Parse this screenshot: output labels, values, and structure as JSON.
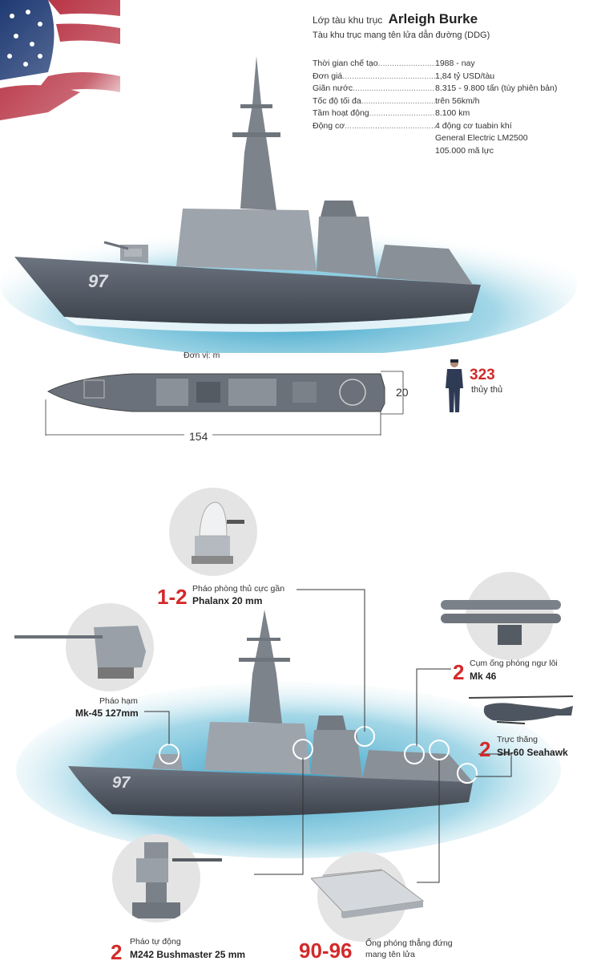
{
  "header": {
    "prefix": "Lớp tàu khu trục",
    "ship_class": "Arleigh Burke",
    "subtitle": "Tàu khu trục mang tên lửa dẫn đường (DDG)"
  },
  "specs": [
    {
      "label": "Thời gian chế tạo",
      "value": "1988 - nay"
    },
    {
      "label": "Đơn giá",
      "value": "1,84 tỷ USD/tàu"
    },
    {
      "label": "Giãn nước",
      "value": "8.315 - 9.800 tấn (tùy phiên bản)"
    },
    {
      "label": "Tốc độ tối đa",
      "value": "trên 56km/h"
    },
    {
      "label": "Tầm hoạt động",
      "value": "8.100 km"
    },
    {
      "label": "Động cơ",
      "value": "4 động cơ tuabin khí"
    }
  ],
  "engine_extra": [
    "General Electric LM2500",
    "105.000 mã lực"
  ],
  "hull_number": "97",
  "dimensions": {
    "unit": "Đơn vị: m",
    "beam": "20",
    "length": "154"
  },
  "crew": {
    "count": "323",
    "label": "thủy thủ"
  },
  "weapons": {
    "phalanx": {
      "count": "1-2",
      "line1": "Pháo phòng thủ cực gần",
      "line2": "Phalanx 20 mm"
    },
    "mk45": {
      "line1": "Pháo hạm",
      "line2": "Mk-45 127mm"
    },
    "torpedo": {
      "count": "2",
      "line1": "Cụm ống phóng ngư lôi",
      "line2": "Mk 46"
    },
    "heli": {
      "count": "2",
      "line1": "Trực thăng",
      "line2": "SH-60 Seahawk"
    },
    "bushmaster": {
      "count": "2",
      "line1": "Pháo tự động",
      "line2": "M242 Bushmaster 25 mm"
    },
    "vls": {
      "count": "90-96",
      "line1": "Ống phóng thẳng đứng",
      "line2": "mang tên lửa"
    }
  },
  "colors": {
    "accent_red": "#d32a2a",
    "hull_grey": "#5d6470",
    "sea_blue": "#3fa9c9"
  }
}
